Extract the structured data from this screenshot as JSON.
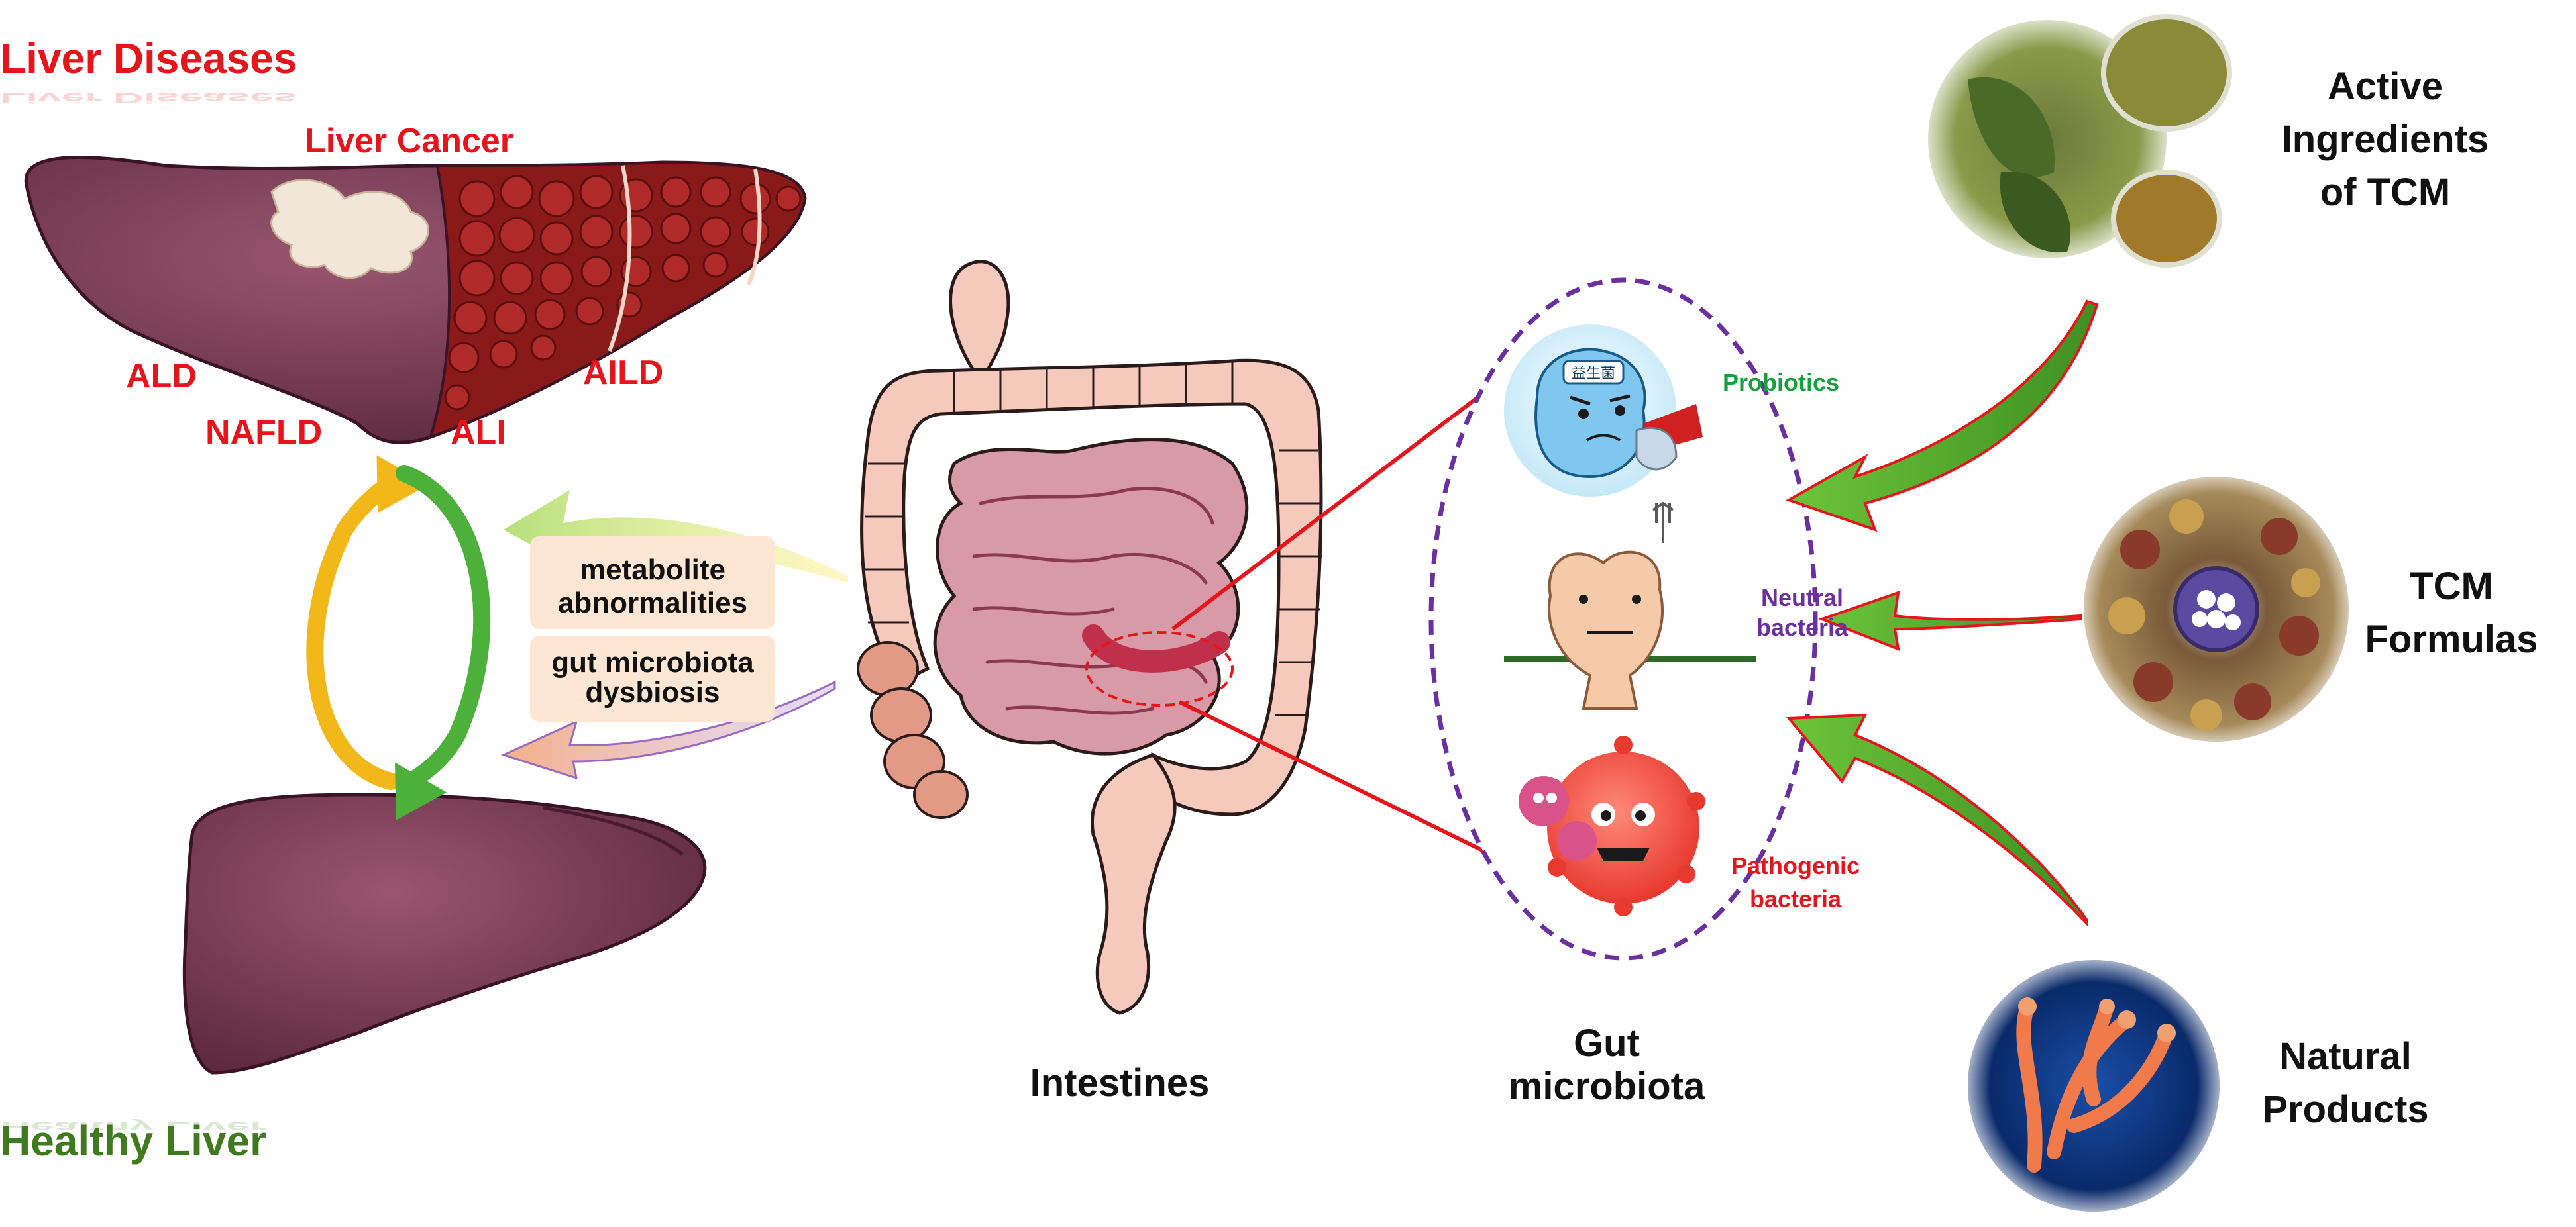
{
  "liver_section": {
    "diseases_title": "Liver Diseases",
    "healthy_title": "Healthy Liver",
    "cancer_label": "Liver Cancer",
    "disease_labels": {
      "ald": "ALD",
      "nafld": "NAFLD",
      "ali": "ALI",
      "aild": "AILD"
    }
  },
  "axis_labels": {
    "metabolite_line1": "metabolite",
    "metabolite_line2": "abnormalities",
    "dysbiosis_line1": "gut microbiota",
    "dysbiosis_line2": "dysbiosis"
  },
  "intestines_label": "Intestines",
  "microbiota": {
    "label_line1": "Gut",
    "label_line2": "microbiota",
    "probiotics": "Probiotics",
    "neutral_line1": "Neutral",
    "neutral_line2": "bacteria",
    "pathogenic_line1": "Pathogenic",
    "pathogenic_line2": "bacteria"
  },
  "tcm": {
    "active_line1": "Active",
    "active_line2": "Ingredients",
    "active_line3": "of TCM",
    "formulas_line1": "TCM",
    "formulas_line2": "Formulas",
    "natural_line1": "Natural",
    "natural_line2": "Products"
  },
  "badge_text": "益生菌",
  "colors": {
    "disease_red": "#e8141b",
    "healthy_green": "#3f7a1e",
    "probiotics_green": "#14a03c",
    "neutral_purple": "#6b2fa0",
    "liver": "#7a3a55",
    "intestine": "#f2c1b4",
    "arrow_green": "#5cb531"
  }
}
